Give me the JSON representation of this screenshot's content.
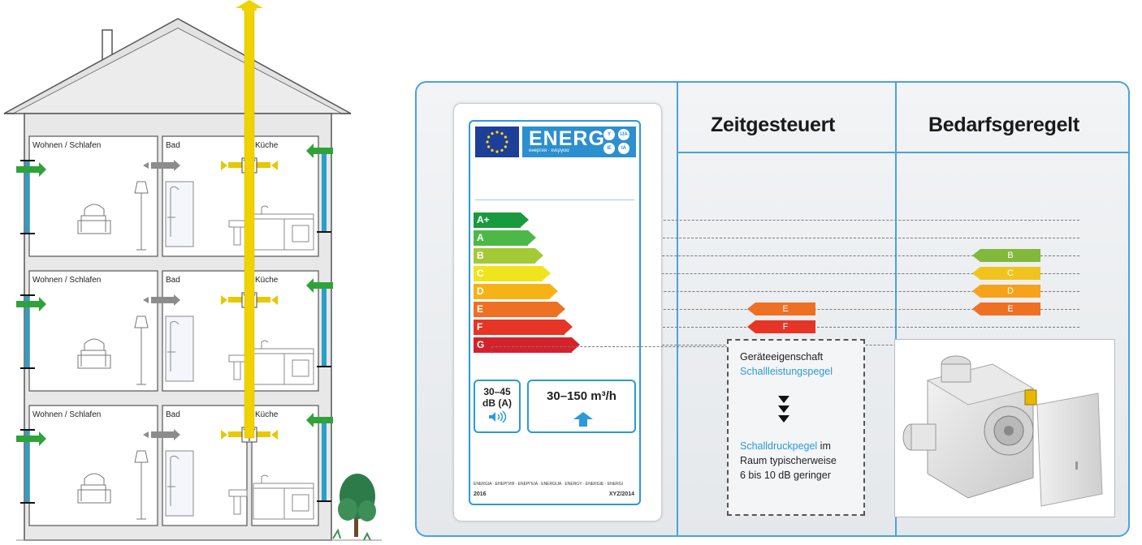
{
  "house": {
    "rooms": [
      {
        "floor": 0,
        "living": "Wohnen / Schlafen",
        "bath": "Bad",
        "kitchen": "Küche"
      },
      {
        "floor": 1,
        "living": "Wohnen / Schlafen",
        "bath": "Bad",
        "kitchen": "Küche"
      },
      {
        "floor": 2,
        "living": "Wohnen / Schlafen",
        "bath": "Bad",
        "kitchen": "Küche"
      }
    ],
    "colors": {
      "supply": "#2fa33a",
      "exhaust": "#e8c800",
      "internal": "#8c8c8c",
      "duct": "#2b9fc7"
    }
  },
  "columns": {
    "timed": "Zeitgesteuert",
    "demand": "Bedarfsgeregelt"
  },
  "energy_label": {
    "energ": "ENERG",
    "energ_sub": "енергия · ενεργεια",
    "badges": [
      "Y",
      "IJA",
      "IE",
      "IA"
    ],
    "classes": [
      {
        "label": "A+",
        "color": "#1a9a3e"
      },
      {
        "label": "A",
        "color": "#4db848"
      },
      {
        "label": "B",
        "color": "#a4c936"
      },
      {
        "label": "C",
        "color": "#f0e51d"
      },
      {
        "label": "D",
        "color": "#f7b316"
      },
      {
        "label": "E",
        "color": "#ee7023"
      },
      {
        "label": "F",
        "color": "#e63526"
      },
      {
        "label": "G",
        "color": "#d5222a"
      }
    ],
    "noise_line1": "30–45",
    "noise_line2": "dB (A)",
    "flow": "30–150 m³/h",
    "footer_langs": "ENERGIA · ЕНЕРГИЯ · ΕΝΕΡΓΕΙΑ · ENERGIJA · ENERGY · ENERGIE · ENERGI",
    "year": "2016",
    "regulation": "XYZ/2014"
  },
  "timed_classes": [
    {
      "label": "E",
      "color": "#ee7023"
    },
    {
      "label": "F",
      "color": "#e63526"
    }
  ],
  "demand_classes": [
    {
      "label": "B",
      "color": "#82b83b"
    },
    {
      "label": "C",
      "color": "#f0c41d"
    },
    {
      "label": "D",
      "color": "#f6a21a"
    },
    {
      "label": "E",
      "color": "#ee7023"
    }
  ],
  "property_box": {
    "line1": "Geräteeigenschaft",
    "line2": "Schallleistungspegel",
    "line3": "Schalldruckpegel",
    "line3_suffix": " im",
    "line4": "Raum typischerweise",
    "line5": "6 bis 10 dB geringer",
    "accent": "#2b9ad8"
  }
}
